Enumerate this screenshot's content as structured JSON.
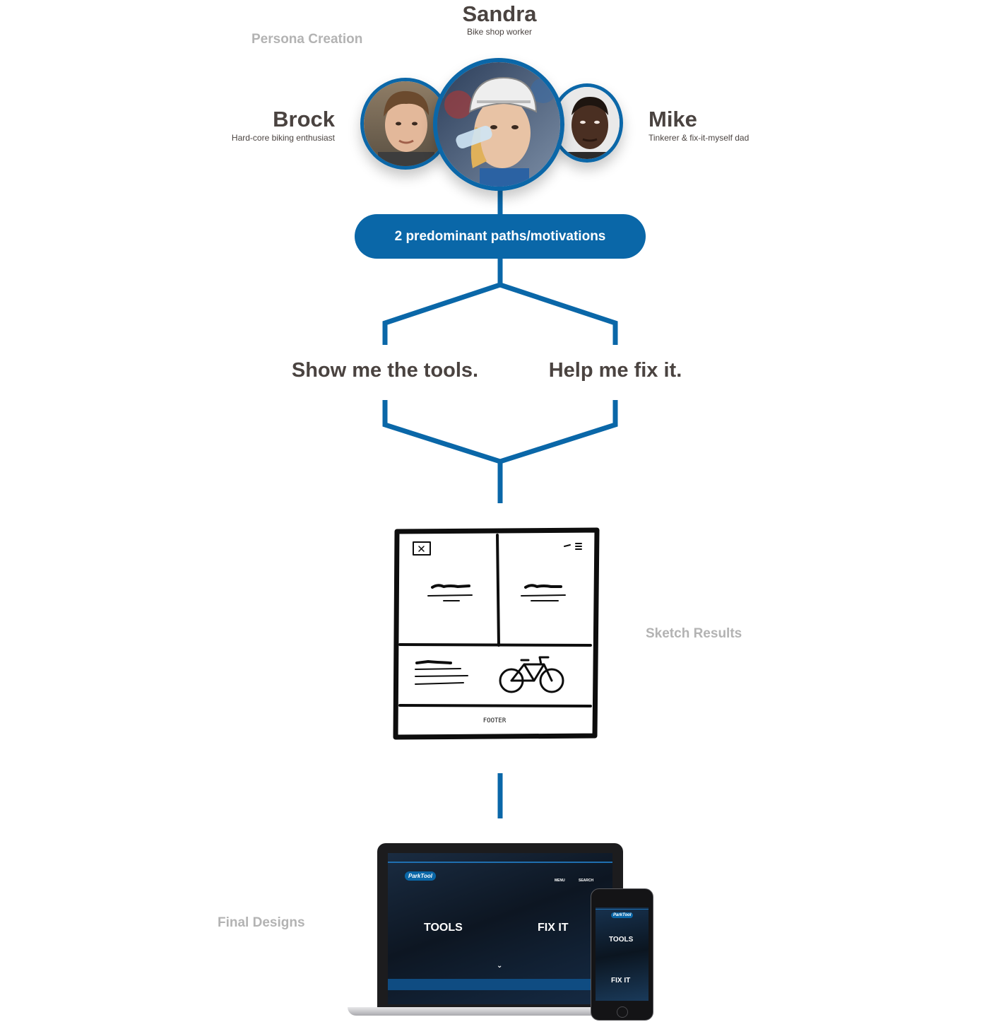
{
  "sections": {
    "persona_creation": "Persona Creation",
    "sketch_results": "Sketch Results",
    "final_designs": "Final Designs"
  },
  "personas": [
    {
      "name": "Sandra",
      "role": "Bike shop worker"
    },
    {
      "name": "Brock",
      "role": "Hard-core biking enthusiast"
    },
    {
      "name": "Mike",
      "role": "Tinkerer & fix-it-myself dad"
    }
  ],
  "motivations_pill": "2 predominant paths/motivations",
  "paths": {
    "left": "Show me the tools.",
    "right": "Help me fix it."
  },
  "sketch": {
    "footer_text": "FOOTER"
  },
  "devices": {
    "laptop": {
      "logo": "ParkTool",
      "menu": "MENU",
      "search": "SEARCH",
      "tools": "TOOLS",
      "fix_it": "FIX IT"
    },
    "phone": {
      "logo": "ParkTool",
      "tools": "TOOLS",
      "fix_it": "FIX IT"
    }
  },
  "colors": {
    "accent_blue": "#0a67a8",
    "heading": "#4a4340",
    "muted_label": "#b3b3b3"
  }
}
